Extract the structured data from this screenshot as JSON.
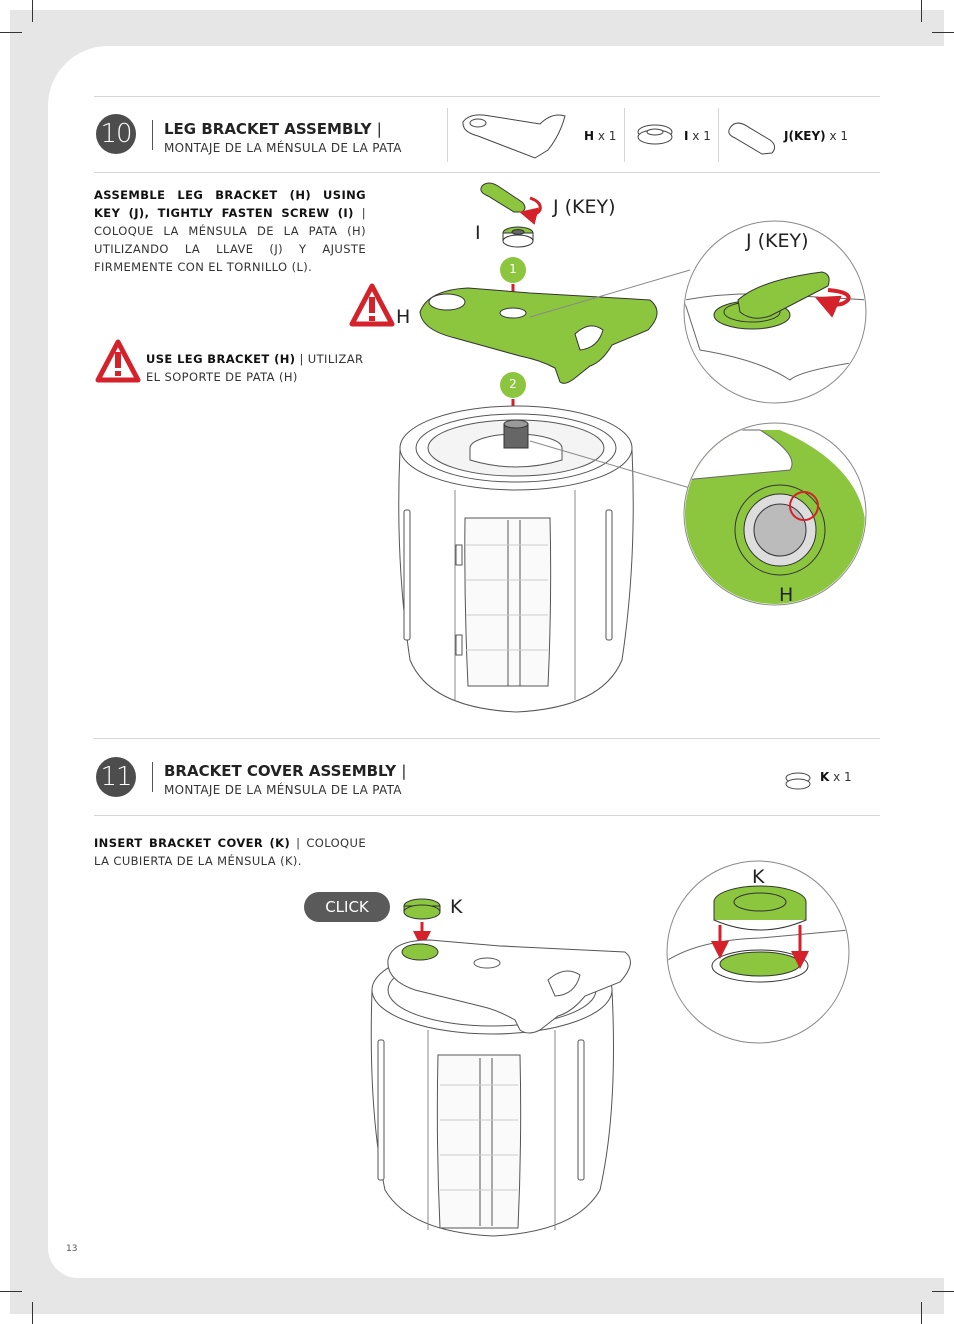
{
  "page_number": "13",
  "colors": {
    "accent_green": "#8cc63f",
    "arrow_red": "#d4212a",
    "dark": "#4d4d4d"
  },
  "step10": {
    "number": "10",
    "title": "LEG BRACKET ASSEMBLY",
    "pipe": "|",
    "subtitle": "MONTAJE DE LA MÉNSULA DE LA PATA",
    "parts": [
      {
        "letter": "H",
        "count": "x 1"
      },
      {
        "letter": "I",
        "count": "x 1"
      },
      {
        "letter": "J(KEY)",
        "count": "x 1"
      }
    ],
    "instruction_bold": "ASSEMBLE LEG BRACKET (H) USING KEY (J), TIGHTLY FASTEN SCREW (I)",
    "instruction_rest": " | COLOQUE LA MÉNSULA DE LA PATA (H) UTILIZANDO LA LLAVE (J) Y AJUSTE FIRMEMENTE CON EL TORNILLO (L).",
    "warning_bold": "USE LEG BRACKET (H)",
    "warning_rest": " | UTILIZAR EL SOPORTE DE PATA (H)",
    "labels": {
      "j_key": "J (KEY)",
      "i": "I",
      "h": "H",
      "num1": "1",
      "num2": "2",
      "callout_j_key": "J (KEY)",
      "callout_h": "H"
    }
  },
  "step11": {
    "number": "11",
    "title": "BRACKET COVER ASSEMBLY",
    "pipe": "|",
    "subtitle": "MONTAJE DE LA MÉNSULA DE LA PATA",
    "parts": [
      {
        "letter": "K",
        "count": "x 1"
      }
    ],
    "instruction_bold": "INSERT BRACKET COVER (K)",
    "instruction_rest": " | COLOQUE LA CUBIERTA DE LA MÉNSULA (K).",
    "labels": {
      "click": "CLICK",
      "k": "K",
      "callout_k": "K"
    }
  }
}
